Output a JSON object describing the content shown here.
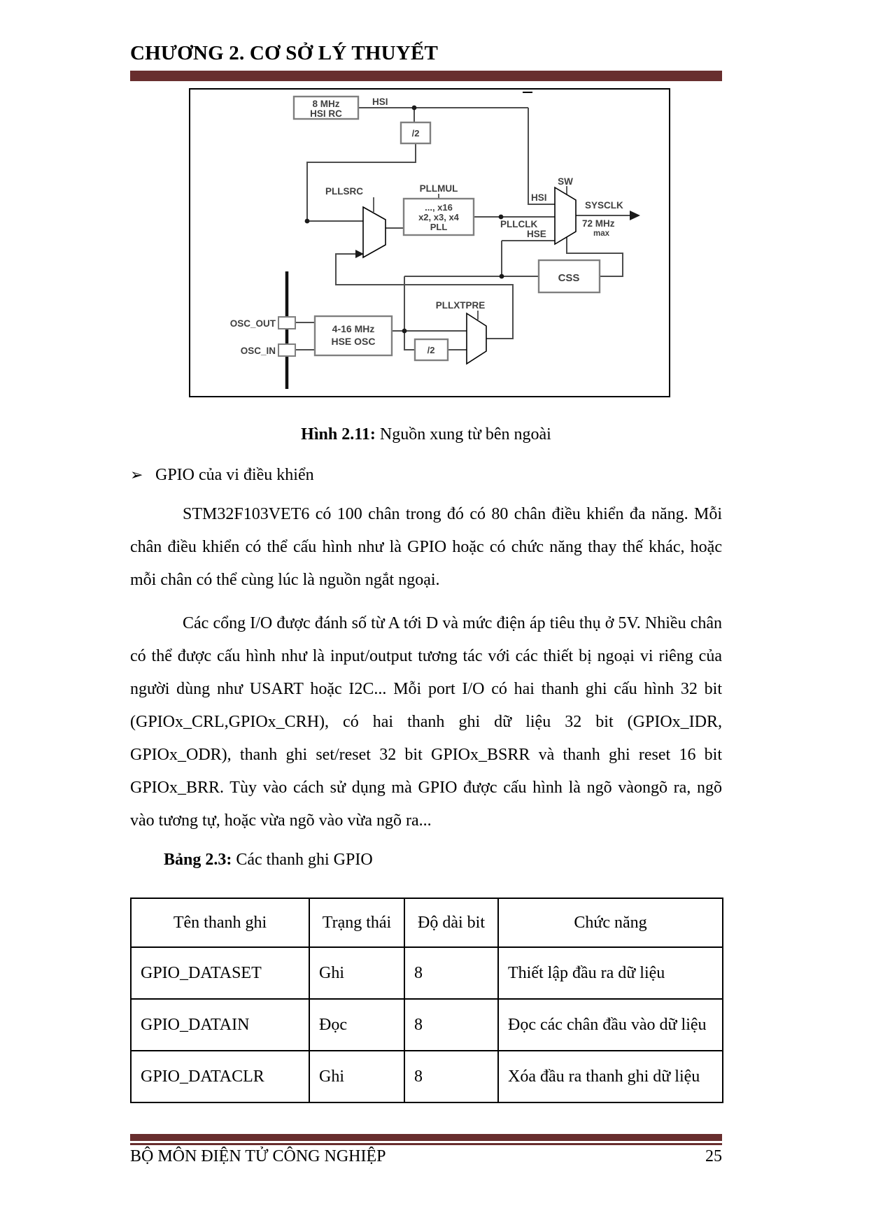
{
  "page": {
    "header_title": "CHƯƠNG 2. CƠ SỞ LÝ THUYẾT",
    "accent_color": "#682e2e",
    "footer_left": "BỘ MÔN ĐIỆN TỬ CÔNG NGHIỆP",
    "footer_page_number": "25"
  },
  "figure": {
    "caption_label": "Hình 2.11:",
    "caption_text": " Nguồn xung từ bên ngoài",
    "diagram": {
      "hsi_rc_line1": "8 MHz",
      "hsi_rc_line2": "HSI RC",
      "hsi_wire_label": "HSI",
      "div2_top": "/2",
      "pllsrc_label": "PLLSRC",
      "pllmul_label": "PLLMUL",
      "pll_line1": "..., x16",
      "pll_line2": "x2, x3, x4",
      "pll_line3": "PLL",
      "pllclk_label": "PLLCLK",
      "sw_label": "SW",
      "sw_hsi_label": "HSI",
      "sw_hse_label": "HSE",
      "sysclk_label": "SYSCLK",
      "sysclk_freq": "72 MHz",
      "sysclk_max": "max",
      "css_label": "CSS",
      "pllxtpre_label": "PLLXTPRE",
      "div2_bottom": "/2",
      "hse_osc_line1": "4-16 MHz",
      "hse_osc_line2": "HSE OSC",
      "osc_out_label": "OSC_OUT",
      "osc_in_label": "OSC_IN"
    }
  },
  "bullet": {
    "marker": "➢",
    "text": "GPIO của vi điều khiển"
  },
  "paragraphs": [
    {
      "lines": [
        "STM32F103VET6 có 100 chân trong đó có 80 chân điều khiển đa năng. Mỗi",
        "chân điều khiển có thể cấu hình như là GPIO hoặc có chức năng thay thế khác, hoặc",
        "mỗi chân có thể cùng lúc là nguồn ngắt ngoại."
      ]
    },
    {
      "lines": [
        "Các cổng I/O được đánh số từ A tới D và mức điện áp tiêu thụ ở 5V. Nhiều chân",
        "có thể được cấu hình như là input/output tương tác với các thiết bị ngoại vi riêng của",
        "người dùng như USART hoặc I2C... Mỗi port I/O có hai thanh ghi cấu hình 32 bit",
        "(GPIOx_CRL,GPIOx_CRH), có hai thanh ghi dữ liệu 32 bit (GPIOx_IDR,",
        "GPIOx_ODR), thanh ghi set/reset 32 bit GPIOx_BSRR và thanh ghi reset 16 bit",
        "GPIOx_BRR. Tùy vào cách sử dụng mà GPIO được cấu hình là ngõ vàongõ ra, ngõ",
        "vào tương tự, hoặc vừa ngõ vào vừa ngõ ra..."
      ]
    }
  ],
  "table_caption": {
    "label": "Bảng 2.3:",
    "text": " Các thanh ghi GPIO"
  },
  "table": {
    "headers": [
      "Tên thanh ghi",
      "Trạng thái",
      "Độ dài bit",
      "Chức năng"
    ],
    "rows": [
      [
        "GPIO_DATASET",
        "Ghi",
        "8",
        "Thiết lập đầu ra dữ liệu"
      ],
      [
        "GPIO_DATAIN",
        "Đọc",
        "8",
        "Đọc các chân đầu vào dữ liệu"
      ],
      [
        "GPIO_DATACLR",
        "Ghi",
        "8",
        "Xóa đầu ra thanh ghi dữ liệu"
      ]
    ]
  }
}
